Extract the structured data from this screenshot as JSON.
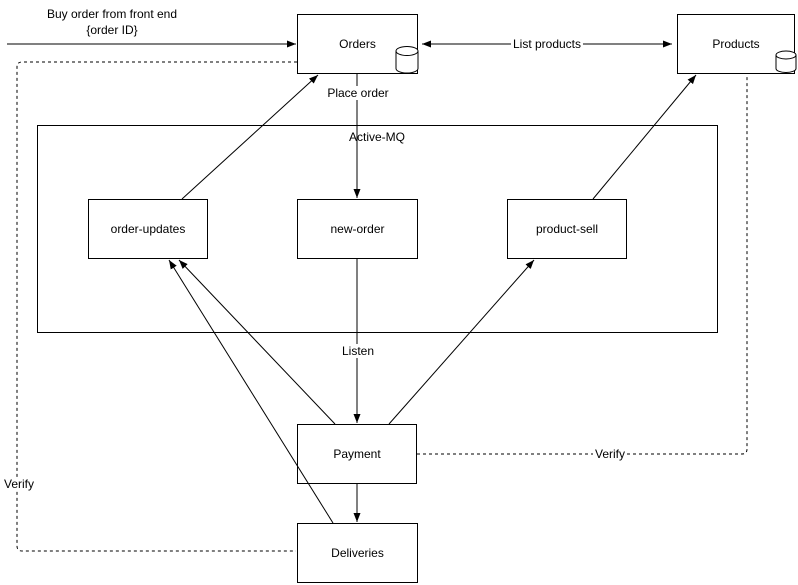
{
  "diagram": {
    "external_label": {
      "line1": "Buy order from front end",
      "line2": "{order ID}"
    },
    "container": {
      "label": "Active-MQ"
    },
    "nodes": {
      "orders": {
        "label": "Orders"
      },
      "products": {
        "label": "Products"
      },
      "order_updates": {
        "label": "order-updates"
      },
      "new_order": {
        "label": "new-order"
      },
      "product_sell": {
        "label": "product-sell"
      },
      "payment": {
        "label": "Payment"
      },
      "deliveries": {
        "label": "Deliveries"
      }
    },
    "edge_labels": {
      "list_products": "List products",
      "place_order": "Place order",
      "listen": "Listen",
      "verify_left": "Verify",
      "verify_right": "Verify"
    },
    "colors": {
      "line": "#000000",
      "box_border": "#000000",
      "box_fill": "#ffffff",
      "background": "#ffffff"
    }
  }
}
